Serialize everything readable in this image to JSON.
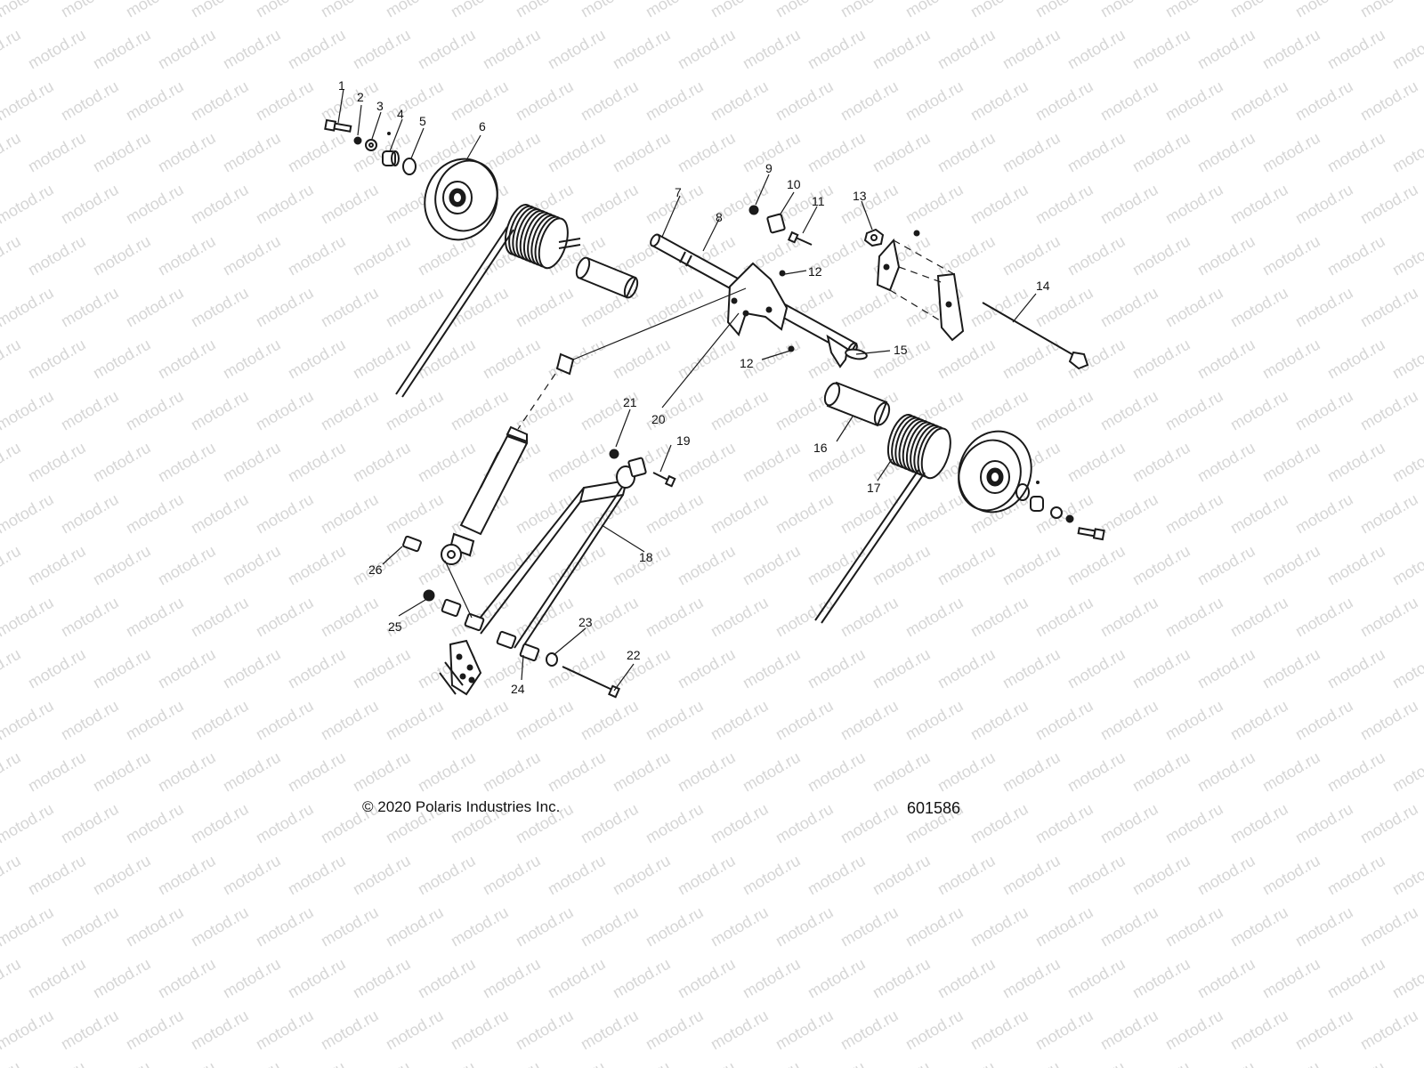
{
  "watermark_text": "motod.ru",
  "footer": {
    "copyright": "© 2020 Polaris Industries Inc.",
    "diagram_number": "601586"
  },
  "callouts": [
    "1",
    "2",
    "3",
    "4",
    "5",
    "6",
    "7",
    "8",
    "9",
    "10",
    "11",
    "12",
    "12",
    "13",
    "14",
    "15",
    "16",
    "17",
    "18",
    "19",
    "20",
    "21",
    "22",
    "23",
    "24",
    "25",
    "26"
  ]
}
